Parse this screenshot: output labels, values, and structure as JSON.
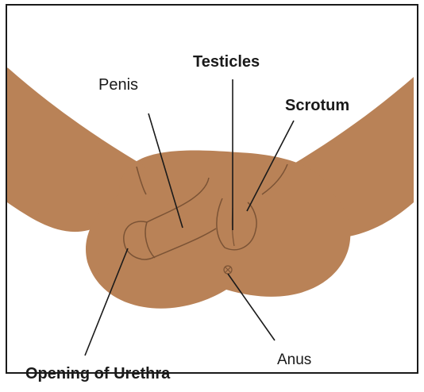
{
  "labels": {
    "testicles": "Testicles",
    "penis": "Penis",
    "scrotum": "Scrotum",
    "anus": "Anus",
    "opening_of_urethra": "Opening of Urethra"
  },
  "colors": {
    "skin": "#b98257",
    "outline": "#7b5335",
    "leader_line": "#1a1a1a",
    "frame": "#1a1a1a"
  }
}
